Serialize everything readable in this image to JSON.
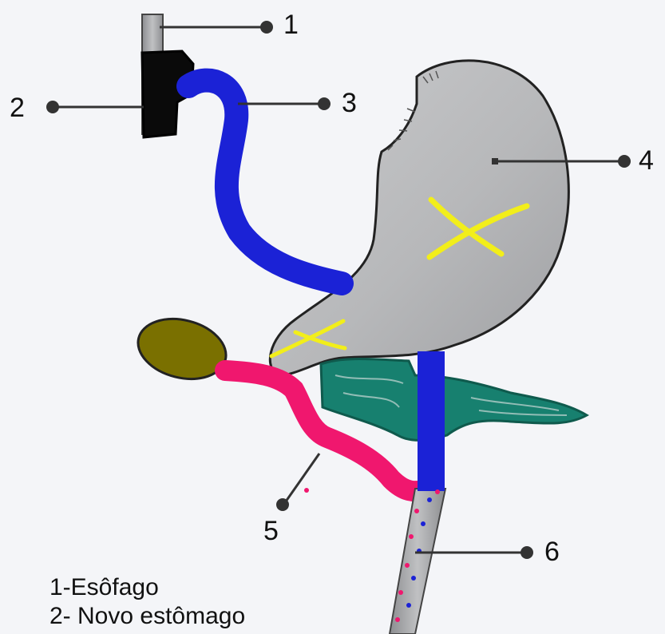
{
  "callouts": [
    {
      "id": "1",
      "label": "1"
    },
    {
      "id": "2",
      "label": "2"
    },
    {
      "id": "3",
      "label": "3"
    },
    {
      "id": "4",
      "label": "4"
    },
    {
      "id": "5",
      "label": "5"
    },
    {
      "id": "6",
      "label": "6"
    }
  ],
  "legend": [
    {
      "text": "1-Esôfago"
    },
    {
      "text": "2- Novo estômago"
    }
  ],
  "colors": {
    "background": "#f4f5f8",
    "stomach": "#b9babd",
    "esophagus_tube": "#a9aaad",
    "esophagus_stump": "#0a0a0a",
    "blue_limb": "#1b22d6",
    "green_pancreas": "#17806f",
    "pink_duct": "#f0176e",
    "olive_gallbladder": "#7a7000",
    "yellow_mark": "#f2ee1a",
    "leader_line": "#333333"
  }
}
